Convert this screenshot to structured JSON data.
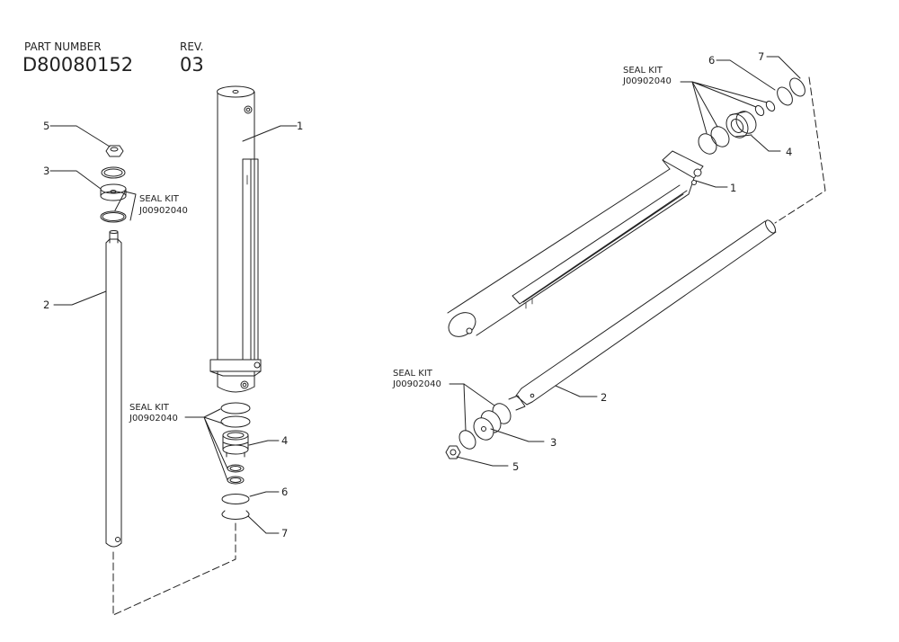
{
  "header": {
    "part_number_label": "PART NUMBER",
    "part_number": "D80080152",
    "rev_label": "REV.",
    "rev": "03"
  },
  "seal_kit": {
    "title": "SEAL KIT",
    "number": "J00902040"
  },
  "callouts": {
    "barrel": "1",
    "rod": "2",
    "piston": "3",
    "gland": "4",
    "nut": "5",
    "wiper_ring": "6",
    "retaining_ring": "7"
  },
  "colors": {
    "line": "#222222",
    "background": "#ffffff"
  }
}
